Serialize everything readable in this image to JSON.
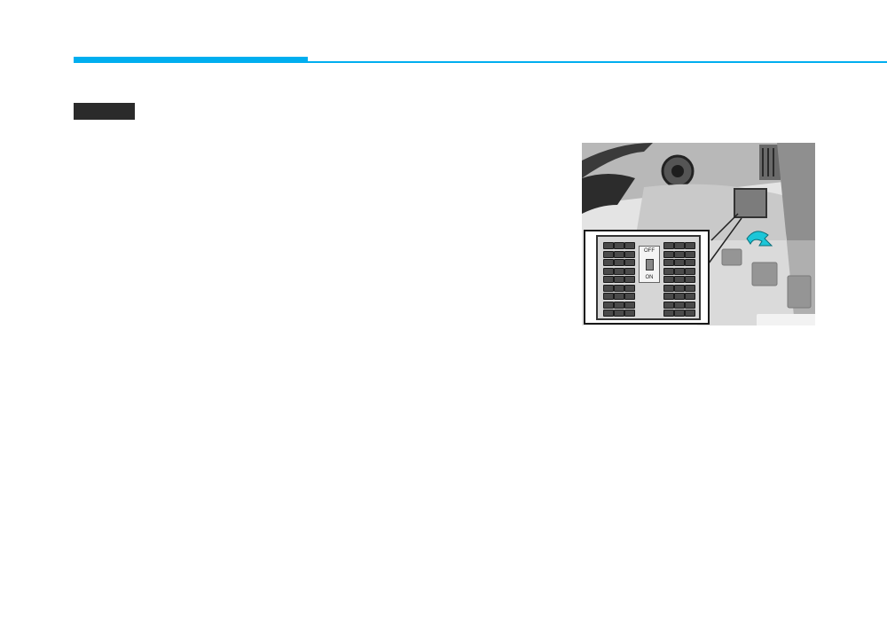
{
  "header": {
    "accent_color": "#00aeef"
  },
  "section": {
    "label": ""
  },
  "figure": {
    "code": "",
    "icons": [
      "steering-wheel",
      "ignition-switch",
      "air-vent",
      "pedals",
      "fuse-panel",
      "arrow"
    ],
    "switch": {
      "off_label": "OFF",
      "on_label": "ON"
    },
    "arrow_color": "#1cc6d8"
  }
}
